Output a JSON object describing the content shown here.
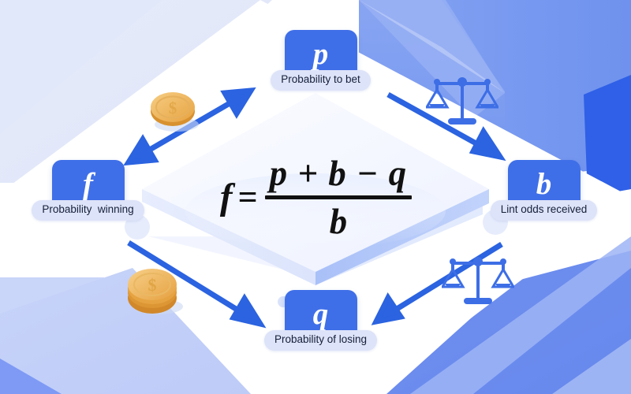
{
  "title": "Kelly Criterion Formula Diagram",
  "colors": {
    "node_card": "#3f6fe8",
    "node_pill": "#dde3f8",
    "arrow": "#2b63e0",
    "bg_top_left": "#e4e9f8",
    "bg_top_right_mid": "#7a9bf0",
    "bg_top_right_light": "#8fa9f2",
    "bg_top_right_dark": "#2d5fe8",
    "bg_bottom_left": "#c3d0f8",
    "bg_bottom_left_dark": "#7e9af5",
    "bg_bottom_right": "#6b8cf0",
    "bg_bottom_right_light": "#9db4f4",
    "platform_face": "#e8eeff",
    "platform_edge": "#a8c0f7",
    "coin_gold": "#eaa94a",
    "coin_gold_light": "#f3c677",
    "canvas": "#ffffff"
  },
  "formula": {
    "lhs": "f",
    "equals": "=",
    "numerator": "p + b − q",
    "denominator": "b",
    "plain": "f = (p + b − q) / b"
  },
  "nodes": [
    {
      "id": "p",
      "symbol": "p",
      "label": "Probability to bet"
    },
    {
      "id": "f",
      "symbol": "f",
      "label": "Probability  winning"
    },
    {
      "id": "b",
      "symbol": "b",
      "label": "Lint odds received"
    },
    {
      "id": "q",
      "symbol": "q",
      "label": "Probability of losing"
    }
  ],
  "icons": [
    {
      "id": "coin-top",
      "name": "gold-coin-icon",
      "desc": "single gold coin with dollar sign"
    },
    {
      "id": "coin-bottom",
      "name": "gold-coin-stack-icon",
      "desc": "stack of gold coins with dollar sign"
    },
    {
      "id": "scale-top",
      "name": "balance-scale-icon",
      "desc": "blue balance scale"
    },
    {
      "id": "scale-bottom",
      "name": "balance-scale-icon",
      "desc": "blue balance scale"
    }
  ],
  "arrows": [
    {
      "id": "f-p",
      "kind": "double-headed",
      "from": "f",
      "to": "p"
    },
    {
      "id": "p-b",
      "kind": "single-headed",
      "from": "p",
      "to": "b"
    },
    {
      "id": "f-q",
      "kind": "single-headed",
      "from": "f",
      "to": "q"
    },
    {
      "id": "b-q",
      "kind": "single-headed",
      "from": "b",
      "to": "q"
    }
  ]
}
